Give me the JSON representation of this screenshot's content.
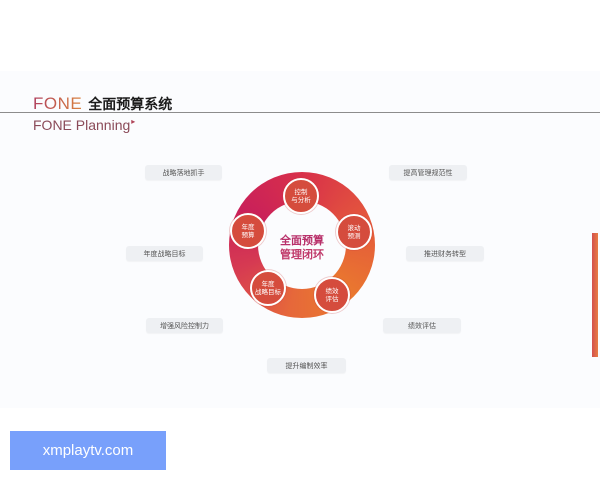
{
  "slide": {
    "title_brand": "FONE",
    "title_cn": "全面预算系统",
    "subtitle": "FONE Planning",
    "subtitle_arrow": "▸"
  },
  "diagram": {
    "center_line1": "全面预算",
    "center_line2": "管理闭环",
    "nodes": [
      {
        "line1": "控制",
        "line2": "与分析"
      },
      {
        "line1": "滚动",
        "line2": "预测"
      },
      {
        "line1": "绩效",
        "line2": "评估"
      },
      {
        "line1": "年度",
        "line2": "战略目标"
      },
      {
        "line1": "年度",
        "line2": "预算"
      }
    ],
    "labels": [
      "战略落地抓手",
      "提高管理规范性",
      "年度战略目标",
      "推进财务转型",
      "增强风险控制力",
      "绩效评估",
      "提升编制效率"
    ],
    "colors": {
      "ring_start": "#c9205a",
      "ring_end": "#ea7a2e",
      "node": "#d54c3d",
      "brand": "#b0405e"
    }
  },
  "watermark": {
    "text": "xmplaytv.com",
    "color": "#78a0fb"
  }
}
